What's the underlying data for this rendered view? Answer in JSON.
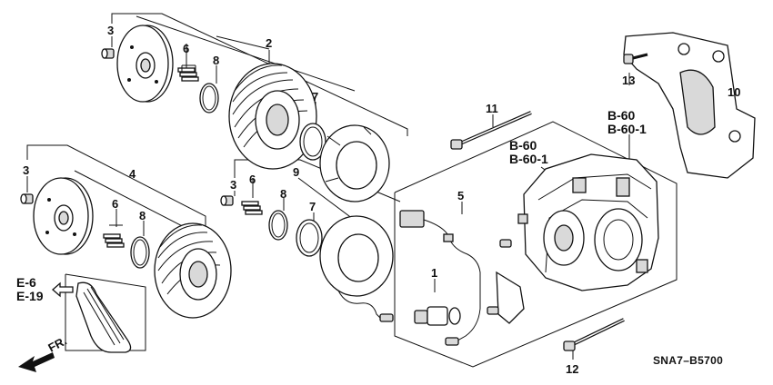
{
  "labels": {
    "p1": "1",
    "p2": "2",
    "p3a": "3",
    "p3b": "3",
    "p3c": "3",
    "p4": "4",
    "p5": "5",
    "p6a": "6",
    "p6b": "6",
    "p6c": "6",
    "p7a": "7",
    "p7b": "7",
    "p8a": "8",
    "p8b": "8",
    "p8c": "8",
    "p9": "9",
    "p10": "10",
    "p11": "11",
    "p12": "12",
    "p13": "13"
  },
  "references": {
    "b60_right": "B-60",
    "b601_right": "B-60-1",
    "b60_center": "B-60",
    "b601_center": "B-60-1",
    "e6": "E-6",
    "e19": "E-19",
    "fr": "FR."
  },
  "diagram_code": "SNA7–B5700"
}
